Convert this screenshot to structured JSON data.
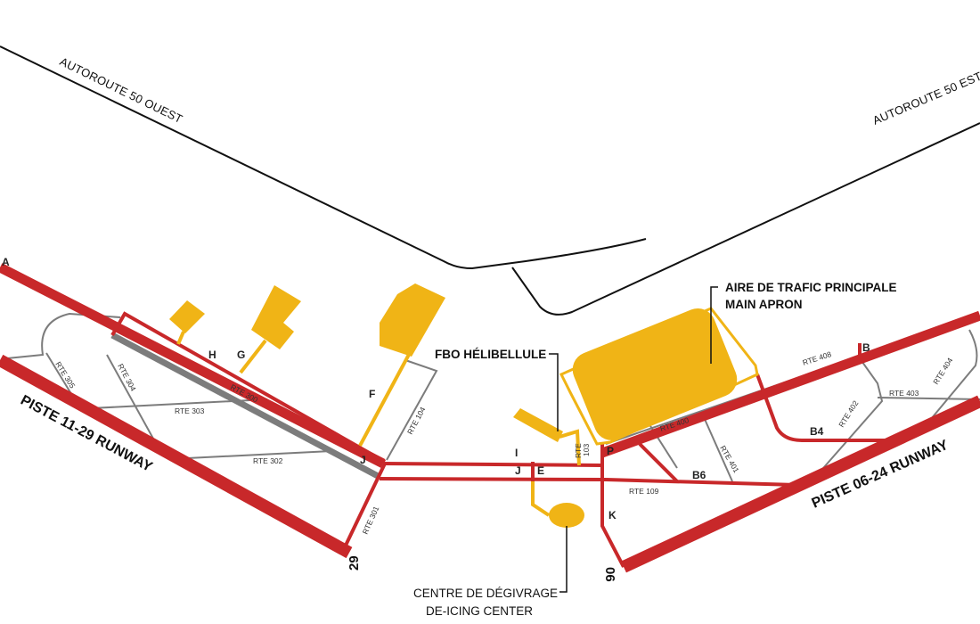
{
  "colors": {
    "runway": "#c8282a",
    "taxiway": "#c8282a",
    "apron": "#f0b416",
    "route": "#7c7c7c",
    "highway": "#111111",
    "background": "#ffffff"
  },
  "highways": {
    "west": "AUTOROUTE 50 OUEST",
    "east": "AUTOROUTE 50 EST"
  },
  "runways": {
    "r1129": {
      "label": "PISTE 11-29 RUNWAY",
      "end_number": "29"
    },
    "r0624": {
      "label": "PISTE 06-24 RUNWAY",
      "end_number": "06"
    }
  },
  "taxiways": {
    "A": "A",
    "H": "H",
    "G": "G",
    "F": "F",
    "J": "J",
    "I": "I",
    "E": "E",
    "P": "P",
    "K": "K",
    "B": "B",
    "B4": "B4",
    "B6": "B6"
  },
  "routes": {
    "r300": "RTE 300",
    "r301": "RTE 301",
    "r302": "RTE 302",
    "r303": "RTE 303",
    "r304": "RTE 304",
    "r305": "RTE 305",
    "r104": "RTE 104",
    "r103_a": "RTE",
    "r103_b": "103",
    "r400": "RTE 400",
    "r401": "RTE 401",
    "r402": "RTE 402",
    "r403": "RTE 403",
    "r404": "RTE 404",
    "r408": "RTE 408",
    "r109": "RTE 109"
  },
  "callouts": {
    "main_apron_fr": "AIRE DE TRAFIC PRINCIPALE",
    "main_apron_en": "MAIN APRON",
    "fbo": "FBO HÉLIBELLULE",
    "deicing_fr": "CENTRE DE DÉGIVRAGE",
    "deicing_en": "DE-ICING CENTER"
  }
}
